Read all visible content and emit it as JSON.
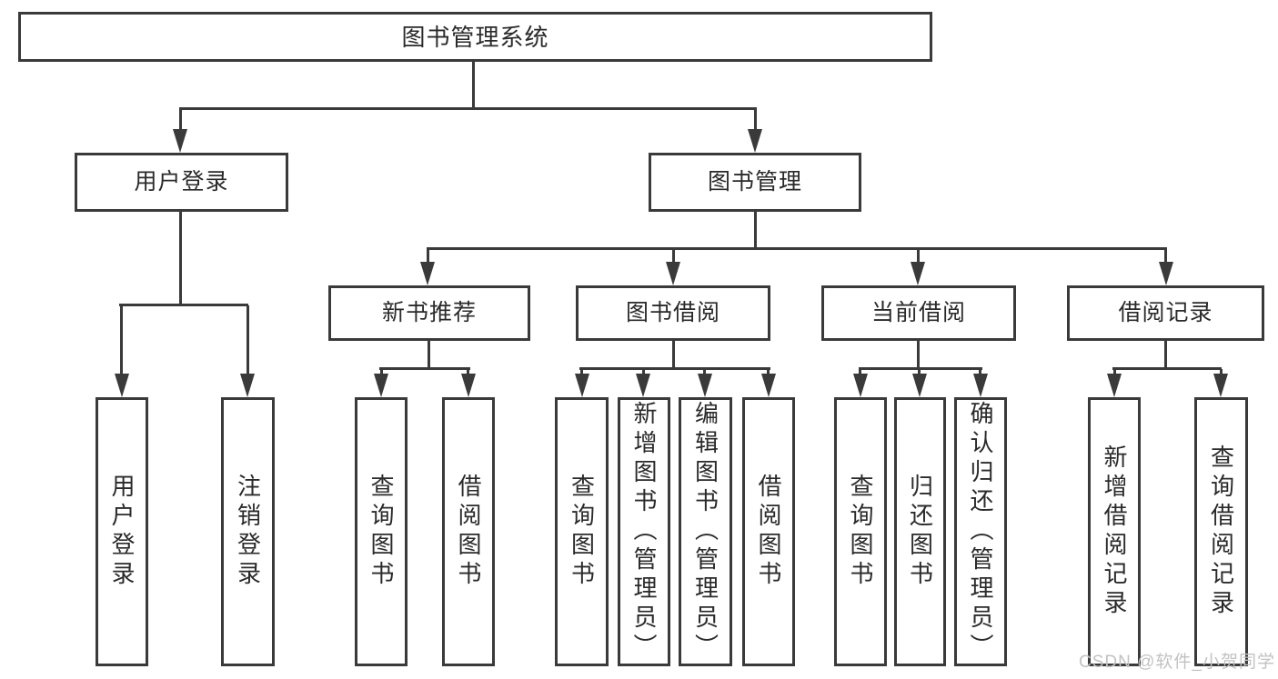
{
  "tree": {
    "root": {
      "label": "图书管理系统",
      "children": [
        {
          "label": "用户登录",
          "children": [
            {
              "label": "用户登录"
            },
            {
              "label": "注销登录"
            }
          ]
        },
        {
          "label": "图书管理",
          "children": [
            {
              "label": "新书推荐",
              "children": [
                {
                  "label": "查询图书"
                },
                {
                  "label": "借阅图书"
                }
              ]
            },
            {
              "label": "图书借阅",
              "children": [
                {
                  "label": "查询图书"
                },
                {
                  "label": "新增图书（管理员）"
                },
                {
                  "label": "编辑图书（管理员）"
                },
                {
                  "label": "借阅图书"
                }
              ]
            },
            {
              "label": "当前借阅",
              "children": [
                {
                  "label": "查询图书"
                },
                {
                  "label": "归还图书"
                },
                {
                  "label": "确认归还（管理员）"
                }
              ]
            },
            {
              "label": "借阅记录",
              "children": [
                {
                  "label": "新增借阅记录"
                },
                {
                  "label": "查询借阅记录"
                }
              ]
            }
          ]
        }
      ]
    }
  },
  "watermark": {
    "text": "CSDN @软件_小贺同学"
  },
  "colors": {
    "line": "#3a3a3a",
    "text": "#2a2a2a",
    "watermark": "#c2c2c2",
    "background": "#ffffff"
  }
}
